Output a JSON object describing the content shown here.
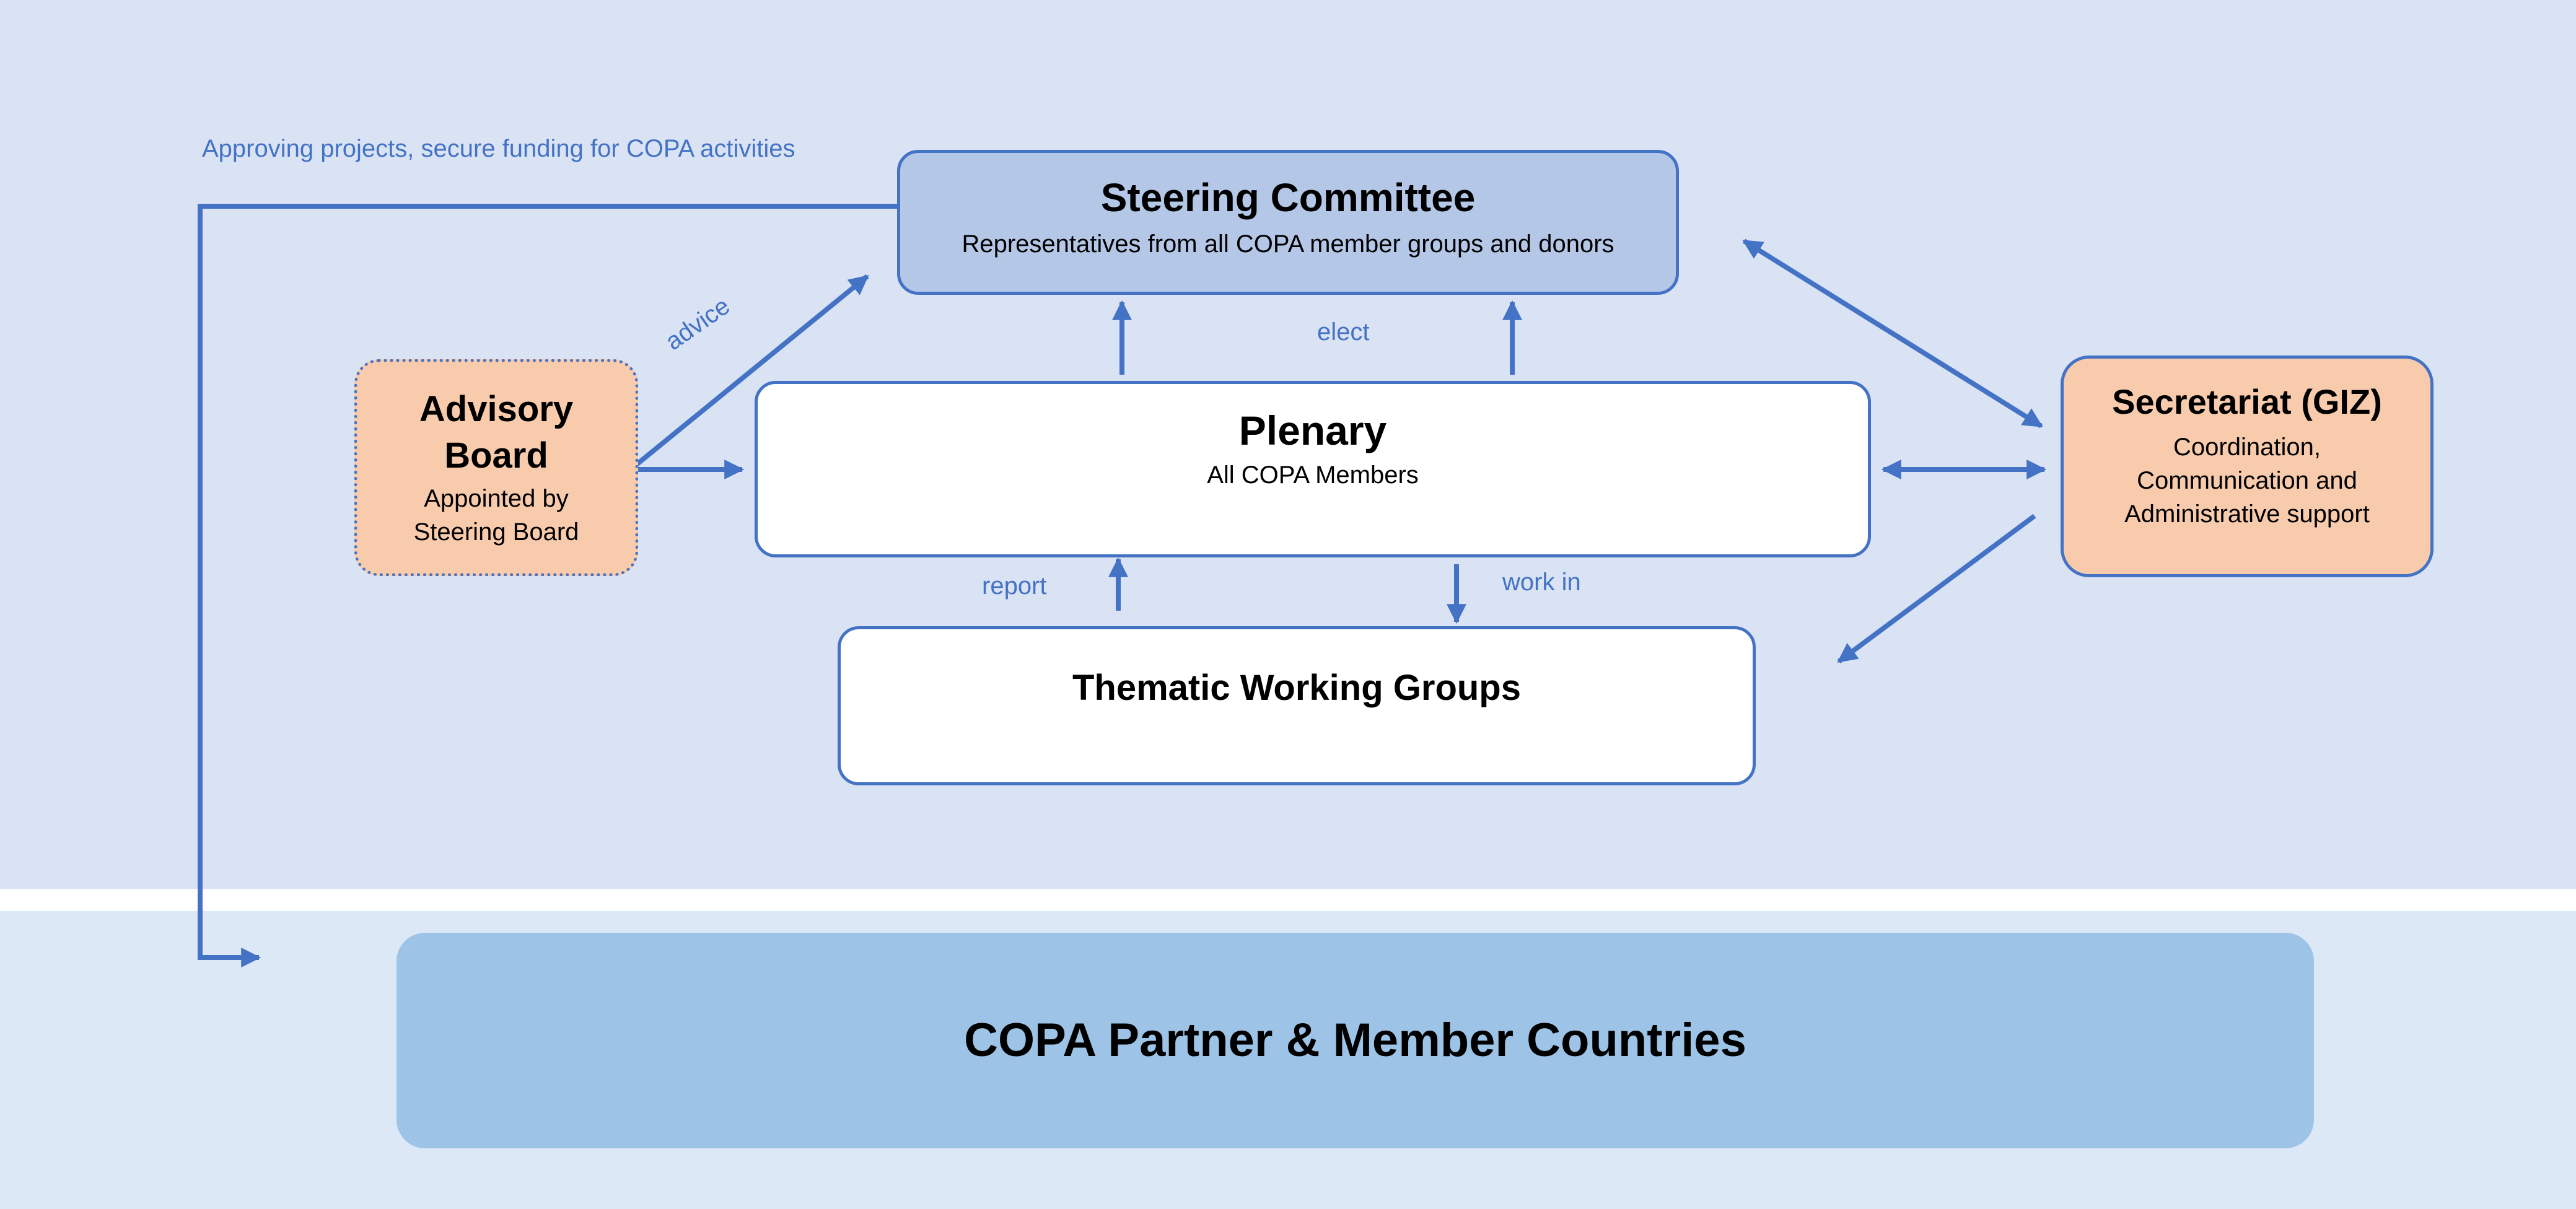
{
  "diagram": {
    "steering_committee": {
      "title": "Steering Committee",
      "subtitle": "Representatives from all COPA member groups and donors"
    },
    "plenary": {
      "title": "Plenary",
      "subtitle": "All COPA Members"
    },
    "working_groups": {
      "title": "Thematic Working Groups"
    },
    "advisory_board": {
      "title_line1": "Advisory",
      "title_line2": "Board",
      "subtitle_line1": "Appointed by",
      "subtitle_line2": "Steering Board"
    },
    "secretariat": {
      "title": "Secretariat (GIZ)",
      "subtitle_line1": "Coordination,",
      "subtitle_line2": "Communication and",
      "subtitle_line3": "Administrative support"
    },
    "member_countries": {
      "title": "COPA Partner & Member Countries"
    },
    "edge_labels": {
      "approving": "Approving projects, secure funding for COPA activities",
      "advice": "advice",
      "elect": "elect",
      "report": "report",
      "work_in": "work in"
    },
    "colors": {
      "background_top": "#d9e3f4",
      "background_bottom": "#dde8f6",
      "steering_fill": "#b4c7e7",
      "orange_fill": "#f8cbad",
      "member_fill": "#9dc3e6",
      "line_color": "#4472c4"
    }
  }
}
